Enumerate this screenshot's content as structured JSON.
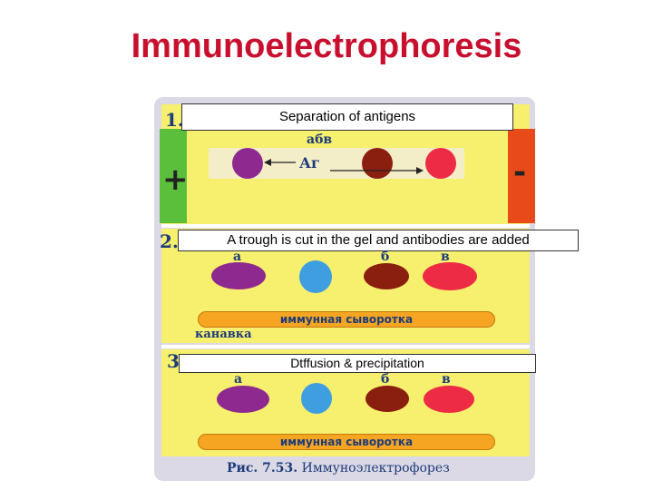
{
  "title": "Immunoelectrophoresis",
  "panel1": {
    "number": "1.",
    "banner": "Separation of antigens",
    "top_label": "абв",
    "antigen_label": "Аг",
    "plus": "+",
    "minus": "-"
  },
  "panel2": {
    "number": "2.",
    "banner": "A trough is cut in the gel and antibodies are added",
    "labels": [
      "а",
      "б",
      "в"
    ],
    "trough_label": "иммунная сыворотка",
    "trough_caption": "канавка"
  },
  "panel3": {
    "number": "3",
    "banner": "Dtffusion & precipitation",
    "labels": [
      "а",
      "б",
      "в"
    ],
    "trough_label": "иммунная сыворотка"
  },
  "caption": {
    "prefix": "Рис. 7.53.",
    "text": "Иммуноэлектрофорез"
  },
  "colors": {
    "title": "#c8102e",
    "gel": "#f7ef6e",
    "purple": "#8e2a8f",
    "blue": "#3e9ee0",
    "brown": "#8a1f0f",
    "red": "#ee2b45",
    "trough": "#f5a521"
  }
}
